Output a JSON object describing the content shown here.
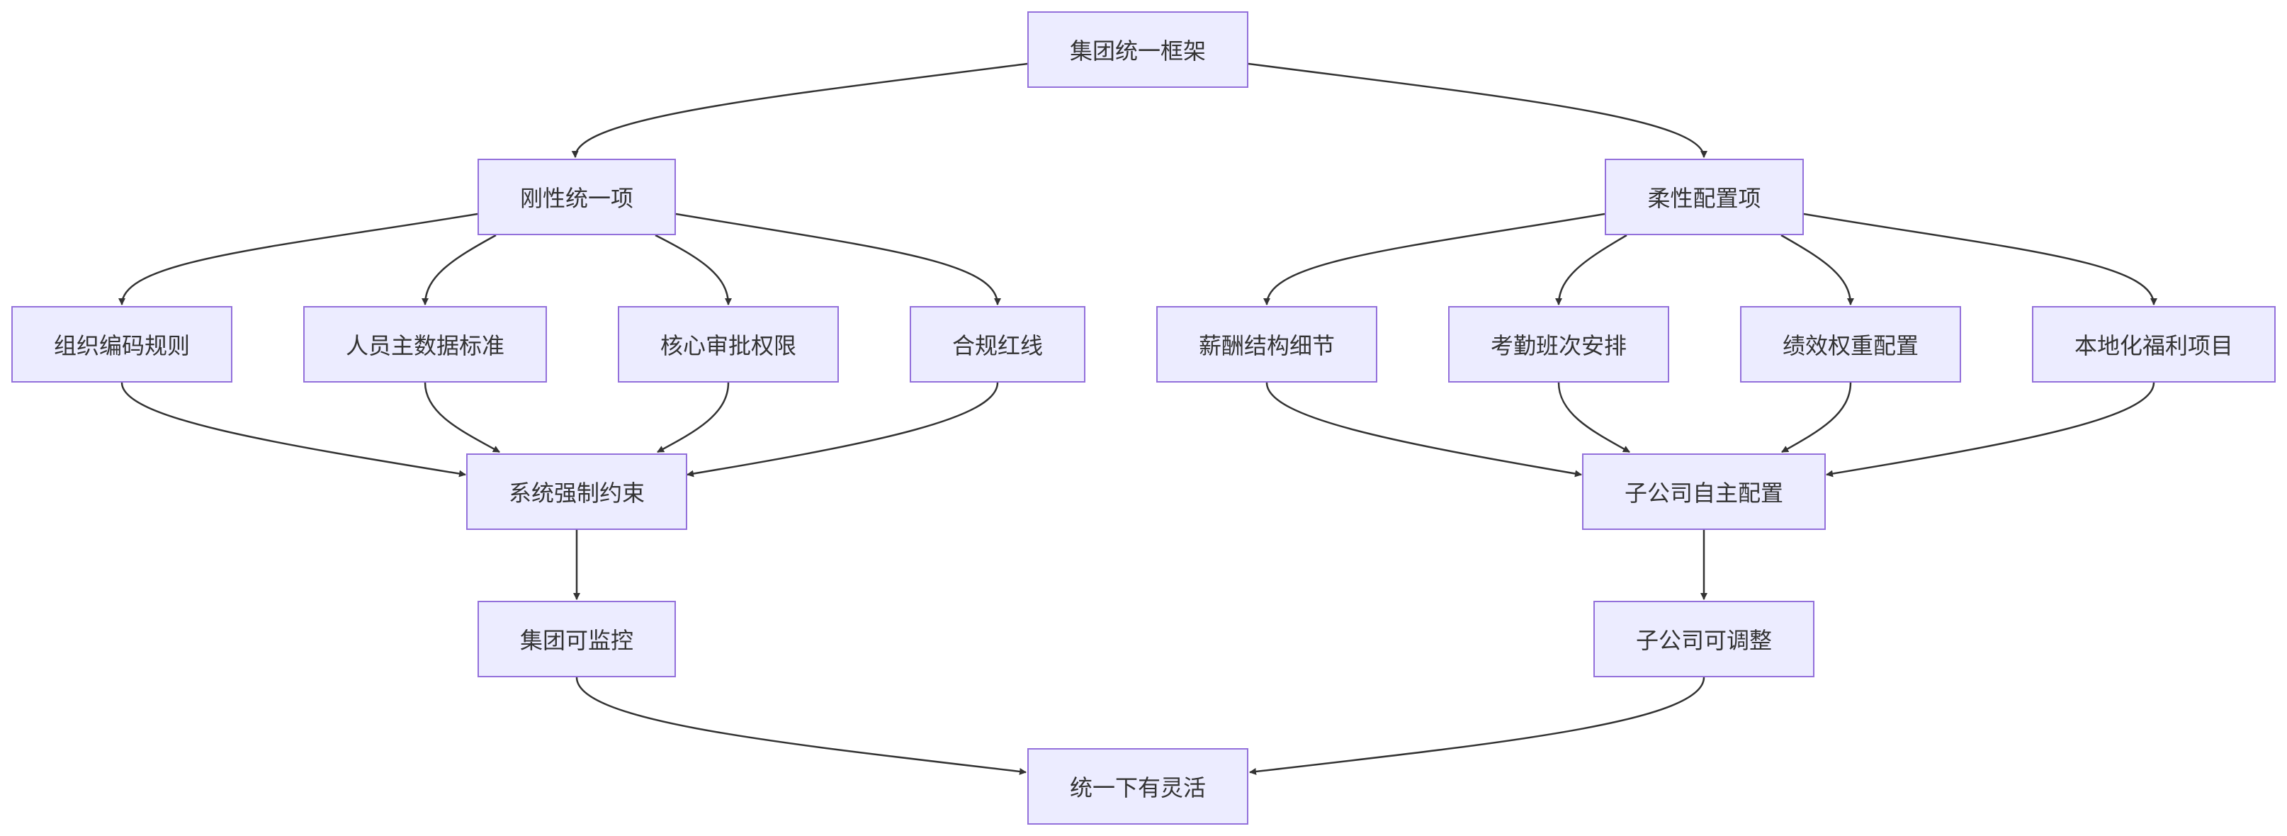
{
  "nodes": {
    "root": "集团统一框架",
    "rigid": "刚性统一项",
    "flex": "柔性配置项",
    "org_code": "组织编码规则",
    "staff_data": "人员主数据标准",
    "approval": "核心审批权限",
    "compliance": "合规红线",
    "salary": "薪酬结构细节",
    "attendance": "考勤班次安排",
    "performance": "绩效权重配置",
    "welfare": "本地化福利项目",
    "sys_enforce": "系统强制约束",
    "sub_config": "子公司自主配置",
    "group_monitor": "集团可监控",
    "sub_adjust": "子公司可调整",
    "result": "统一下有灵活"
  },
  "colors": {
    "node_fill": "#ececff",
    "node_border": "#9370db",
    "edge": "#333333",
    "text": "#333333"
  }
}
